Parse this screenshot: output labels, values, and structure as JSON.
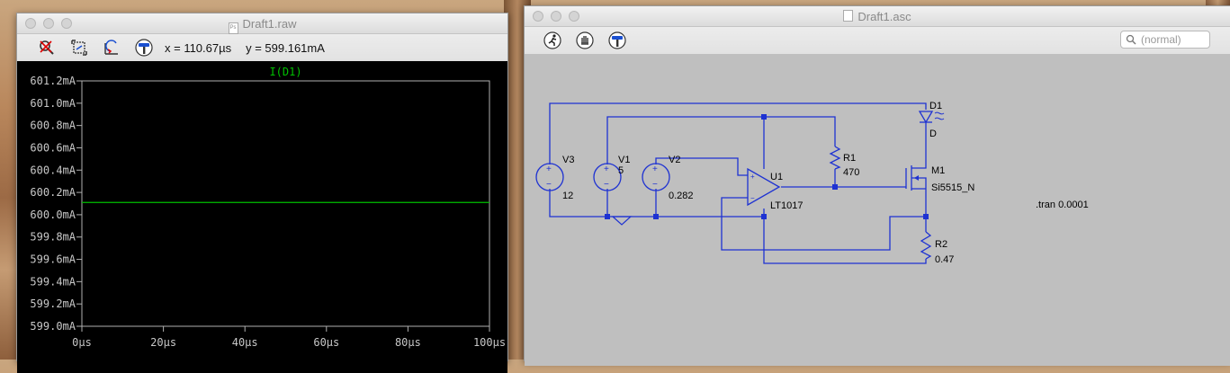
{
  "waveform_window": {
    "title": "Draft1.raw",
    "cursor_x": "x = 110.67µs",
    "cursor_y": "y = 599.161mA",
    "toolbar_icons": [
      "zoom-icon",
      "autorange-icon",
      "pan-back-icon",
      "hammer-icon"
    ]
  },
  "chart_data": {
    "type": "line",
    "title": "I(D1)",
    "xlabel": "",
    "ylabel": "",
    "xlim": [
      0,
      100
    ],
    "ylim": [
      599.0,
      601.2
    ],
    "x_ticks": [
      "0µs",
      "20µs",
      "40µs",
      "60µs",
      "80µs",
      "100µs"
    ],
    "x_tick_values": [
      0,
      20,
      40,
      60,
      80,
      100
    ],
    "y_ticks": [
      "599.0mA",
      "599.2mA",
      "599.4mA",
      "599.6mA",
      "599.8mA",
      "600.0mA",
      "600.2mA",
      "600.4mA",
      "600.6mA",
      "600.8mA",
      "601.0mA",
      "601.2mA"
    ],
    "y_tick_values": [
      599.0,
      599.2,
      599.4,
      599.6,
      599.8,
      600.0,
      600.2,
      600.4,
      600.6,
      600.8,
      601.0,
      601.2
    ],
    "series": [
      {
        "name": "I(D1)",
        "color": "#00c000",
        "x": [
          0,
          100
        ],
        "y": [
          600.11,
          600.11
        ]
      }
    ],
    "background": "#000000",
    "axis_color": "#b0b0b0",
    "grid": false
  },
  "schematic_window": {
    "title": "Draft1.asc",
    "search_placeholder": "(normal)",
    "toolbar_icons": [
      "run-icon",
      "halt-icon",
      "hammer-icon"
    ],
    "components": {
      "v3": {
        "name": "V3",
        "value": "12"
      },
      "v1": {
        "name": "V1",
        "value": "5"
      },
      "v2": {
        "name": "V2",
        "value": "0.282"
      },
      "u1": {
        "name": "U1",
        "value": "LT1017"
      },
      "r1": {
        "name": "R1",
        "value": "470"
      },
      "d1": {
        "name": "D1",
        "value": "D"
      },
      "m1": {
        "name": "M1",
        "value": "Si5515_N"
      },
      "r2": {
        "name": "R2",
        "value": "0.47"
      }
    },
    "directive": ".tran 0.0001",
    "wire_color": "#1e32d2"
  }
}
